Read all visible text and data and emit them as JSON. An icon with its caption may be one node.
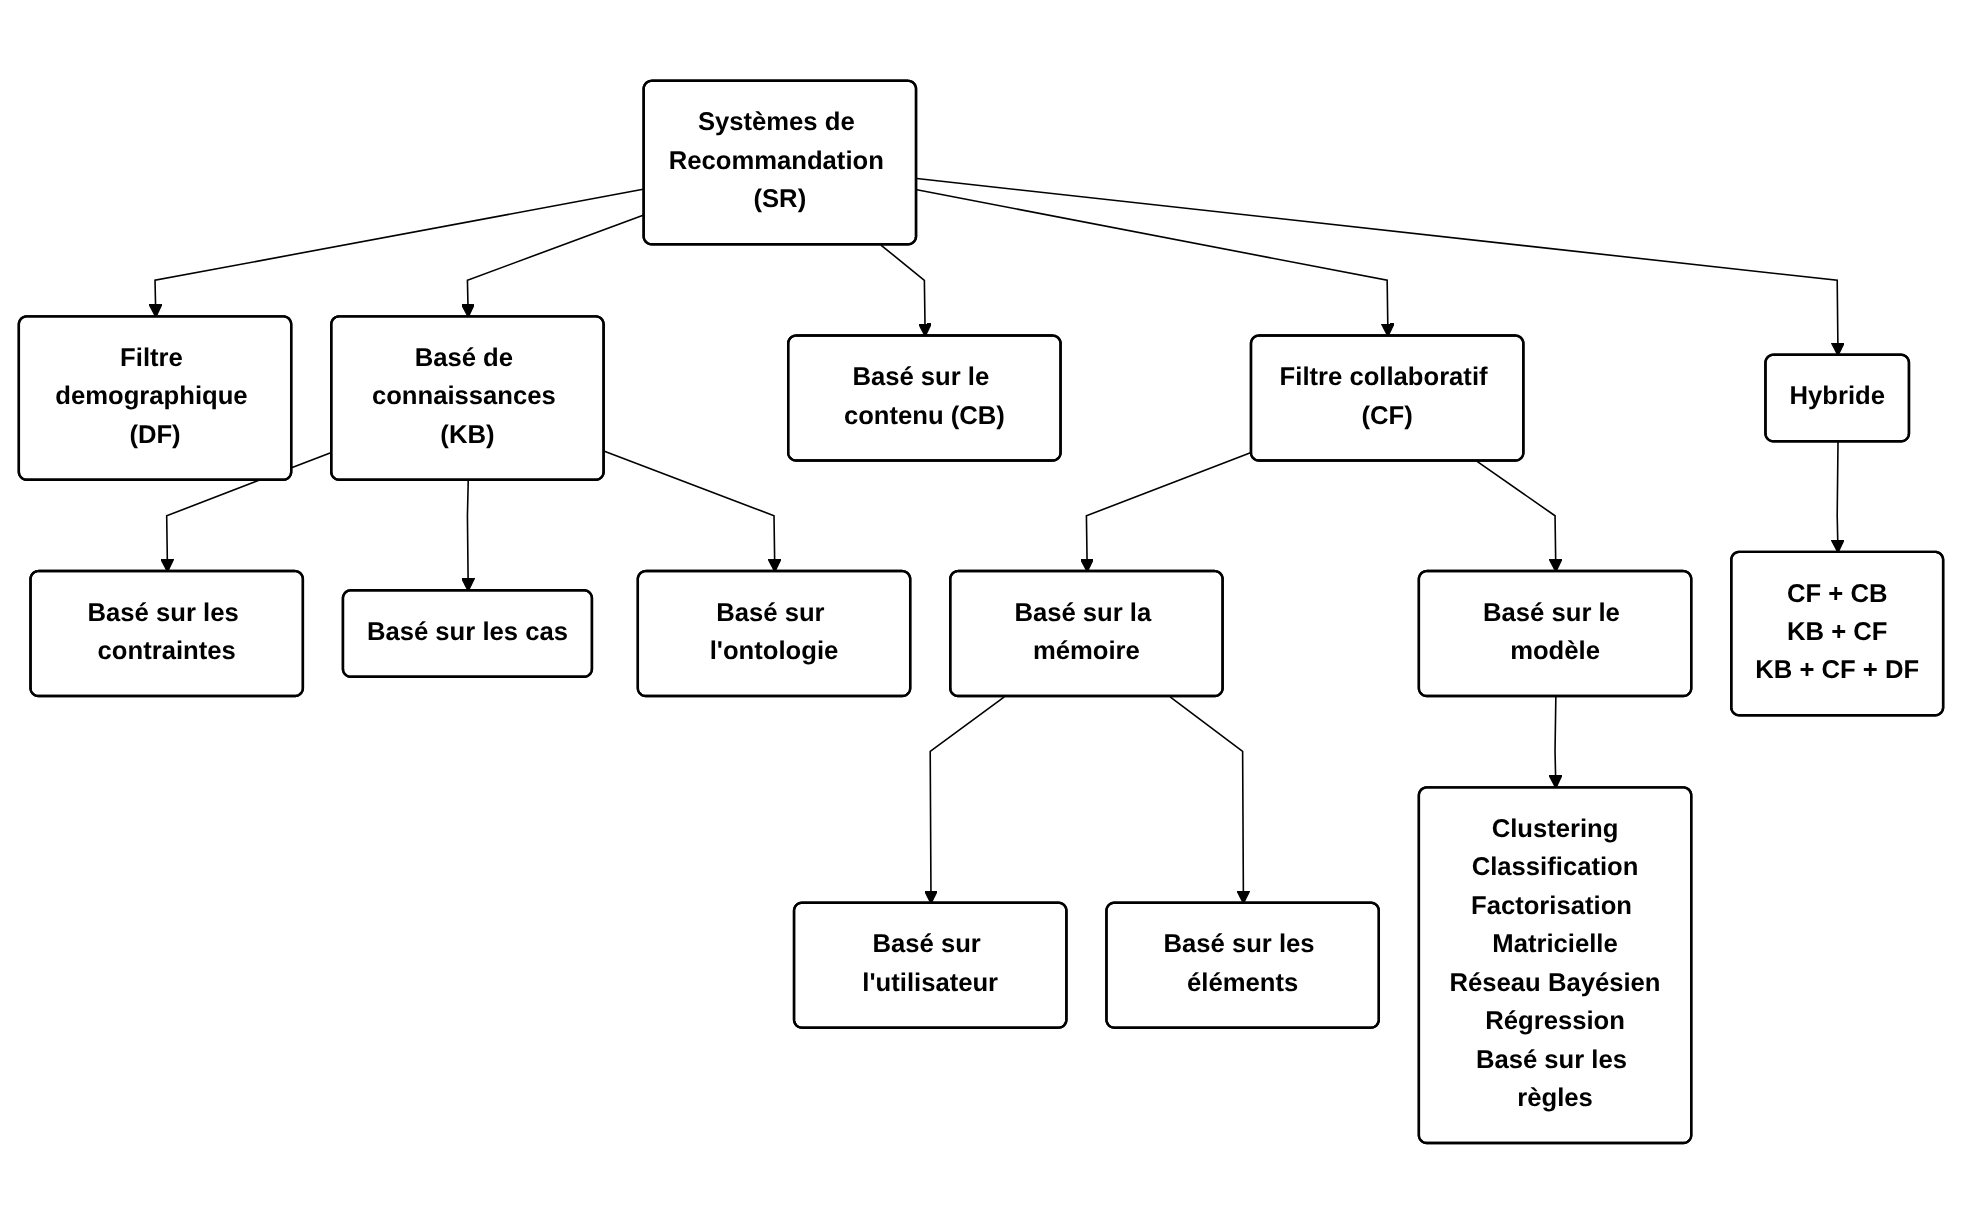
{
  "diagram": {
    "nodes": [
      {
        "text": [
          "Systèmes de Recommandation (SR)"
        ]
      },
      {
        "text": [
          "Filtre demographique (DF)"
        ]
      },
      {
        "text": [
          "Basé de connaissances (KB)"
        ]
      },
      {
        "text": [
          "Basé sur le contenu (CB)"
        ]
      },
      {
        "text": [
          "Filtre collaboratif (CF)"
        ]
      },
      {
        "text": [
          "Hybride"
        ]
      },
      {
        "text": [
          "Basé sur les contraintes"
        ]
      },
      {
        "text": [
          "Basé sur les cas"
        ]
      },
      {
        "text": [
          "Basé sur l'ontologie"
        ]
      },
      {
        "text": [
          "Basé sur la mémoire"
        ]
      },
      {
        "text": [
          "Basé sur le modèle"
        ]
      },
      {
        "text": [
          "CF + CB",
          "KB + CF",
          "KB + CF + DF"
        ]
      },
      {
        "text": [
          "Basé sur l'utilisateur"
        ]
      },
      {
        "text": [
          "Basé sur les éléments"
        ]
      },
      {
        "text": [
          "Clustering",
          "Classification",
          "Factorisation Matricielle",
          "Réseau Bayésien",
          "Régression",
          "Basé sur les règles"
        ]
      }
    ],
    "edges": [
      {
        "from": 0,
        "to": 1,
        "arrow": "to"
      },
      {
        "from": 0,
        "to": 2,
        "arrow": "to"
      },
      {
        "from": 0,
        "to": 3,
        "arrow": "to"
      },
      {
        "from": 0,
        "to": 4,
        "arrow": "to"
      },
      {
        "from": 0,
        "to": 5,
        "arrow": "to"
      },
      {
        "from": 2,
        "to": 6,
        "arrow": "to"
      },
      {
        "from": 2,
        "to": 7,
        "arrow": "to"
      },
      {
        "from": 2,
        "to": 8,
        "arrow": "to"
      },
      {
        "from": 4,
        "to": 9,
        "arrow": "to"
      },
      {
        "from": 4,
        "to": 10,
        "arrow": "to"
      },
      {
        "from": 5,
        "to": 11,
        "arrow": "to"
      },
      {
        "from": 9,
        "to": 12,
        "arrow": "to"
      },
      {
        "from": 9,
        "to": 13,
        "arrow": "to"
      },
      {
        "from": 10,
        "to": 14,
        "arrow": "to"
      }
    ]
  }
}
